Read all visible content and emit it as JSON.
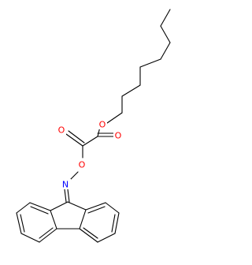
{
  "molecule": {
    "atoms": {
      "ester_oxygen": {
        "symbol": "O",
        "color": "#ff0000"
      },
      "carbonyl_oxygen_right": {
        "symbol": "O",
        "color": "#ff0000"
      },
      "carbonyl_oxygen_left": {
        "symbol": "O",
        "color": "#ff0000"
      },
      "oxime_oxygen": {
        "symbol": "O",
        "color": "#ff0000"
      },
      "imine_nitrogen": {
        "symbol": "N",
        "color": "#0000ff"
      }
    },
    "bond_color": "#000000",
    "background": "#ffffff"
  }
}
